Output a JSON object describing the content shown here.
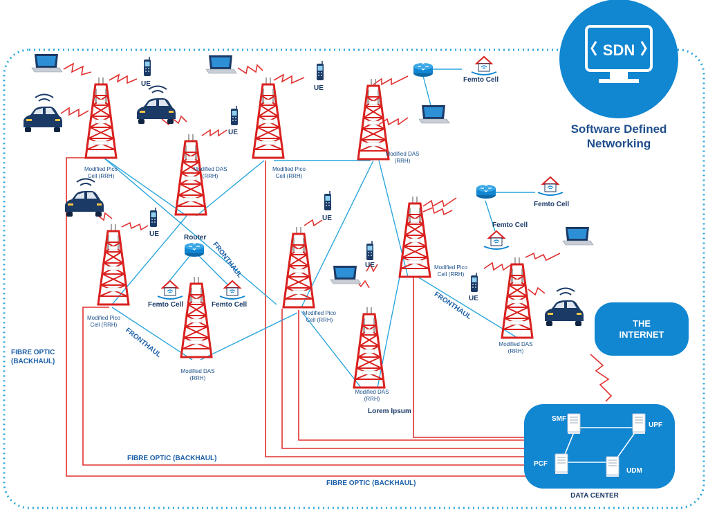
{
  "sdn": {
    "badge": "SDN",
    "title_line1": "Software Defined",
    "title_line2": "Networking"
  },
  "internet": {
    "line1": "THE",
    "line2": "INTERNET"
  },
  "data_center": {
    "label": "DATA CENTER",
    "nodes": {
      "smf": "SMF",
      "upf": "UPF",
      "pcf": "PCF",
      "udm": "UDM"
    }
  },
  "labels": {
    "pico": "Modified Pico\nCell (RRH)",
    "das": "Modified DAS\n(RRH)",
    "ue": "UE",
    "femto": "Femto Cell",
    "router": "Router",
    "fronthaul": "FRONTHAUL",
    "fibre_side": "FIBRE OPTIC\n(BACKHAUL)",
    "fibre_bottom": "FIBRE OPTIC (BACKHAUL)",
    "lorem": "Lorem Ipsum"
  },
  "colors": {
    "accent": "#1186d1",
    "fibre": "#e0302f",
    "fronthaul_line": "#2aa6dc",
    "tower_red": "#d9211f",
    "dark_blue": "#1b3a66"
  }
}
